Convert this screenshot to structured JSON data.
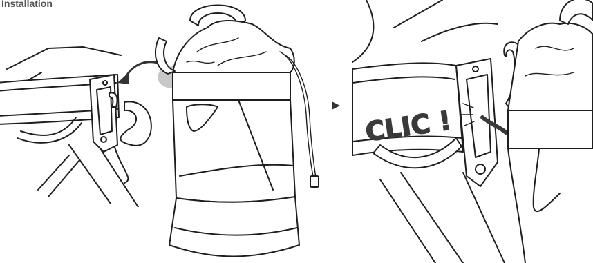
{
  "title": "Installation",
  "steps": [
    {
      "name": "harness-clip-detail"
    },
    {
      "name": "bucket-bag"
    },
    {
      "name": "connected-detail",
      "label": "CLIC !"
    }
  ],
  "colors": {
    "line": "#1e1e1e",
    "arrow": "#333333",
    "shadow": "#9a9a9a",
    "heading": "#555555"
  },
  "icons": [
    "curved-arrow-icon",
    "next-step-arrow-icon"
  ]
}
